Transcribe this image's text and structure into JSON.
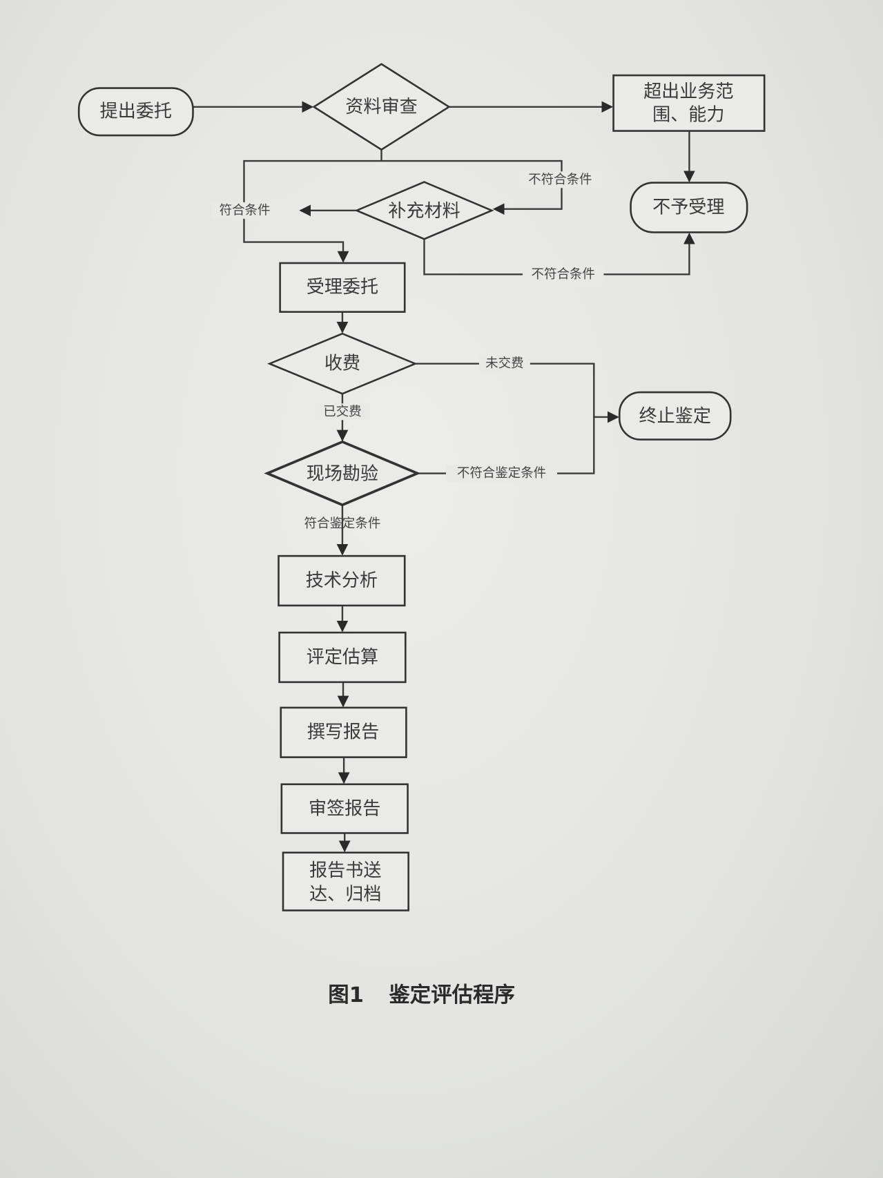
{
  "nodes": {
    "submit": "提出委托",
    "review": "资料审查",
    "beyond_line1": "超出业务范",
    "beyond_line2": "围、能力",
    "reject": "不予受理",
    "supplement": "补充材料",
    "accept": "受理委托",
    "fee": "收费",
    "terminate": "终止鉴定",
    "survey": "现场勘验",
    "analysis": "技术分析",
    "estimate": "评定估算",
    "write": "撰写报告",
    "sign": "审签报告",
    "deliver_line1": "报告书送",
    "deliver_line2": "达、归档"
  },
  "edge_labels": {
    "not_qualified_top": "不符合条件",
    "qualified": "符合条件",
    "not_qualified_bottom": "不符合条件",
    "unpaid": "未交费",
    "paid": "已交费",
    "not_meet_survey": "不符合鉴定条件",
    "meet_survey": "符合鉴定条件"
  },
  "caption": {
    "figure": "图1",
    "title": "鉴定评估程序"
  }
}
